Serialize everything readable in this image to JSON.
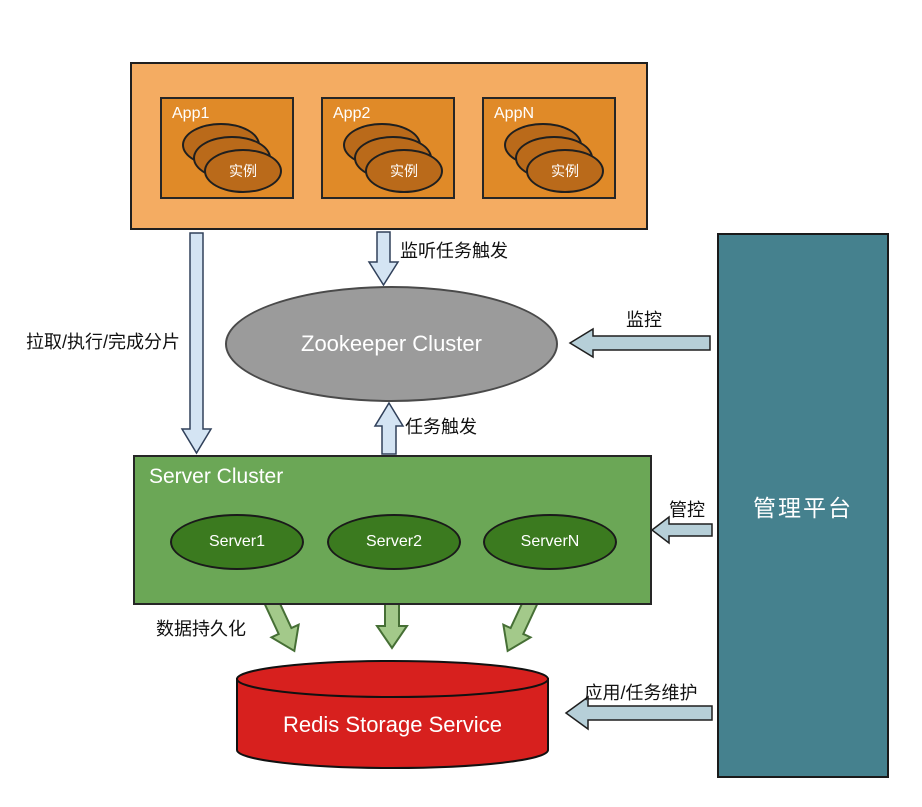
{
  "app_cluster": {
    "apps": [
      {
        "name": "App1",
        "instance_label": "实例"
      },
      {
        "name": "App2",
        "instance_label": "实例"
      },
      {
        "name": "AppN",
        "instance_label": "实例"
      }
    ]
  },
  "zookeeper": {
    "label": "Zookeeper Cluster"
  },
  "server_cluster": {
    "title": "Server Cluster",
    "servers": [
      {
        "name": "Server1"
      },
      {
        "name": "Server2"
      },
      {
        "name": "ServerN"
      }
    ]
  },
  "redis": {
    "label": "Redis Storage Service"
  },
  "management": {
    "label": "管理平台"
  },
  "edges": {
    "listen_label": "监听任务触发",
    "pull_label": "拉取/执行/完成分片",
    "monitor_label": "监控",
    "trigger_label": "任务触发",
    "control_label": "管控",
    "persist_label": "数据持久化",
    "maintain_label": "应用/任务维护"
  },
  "colors": {
    "app_cluster_bg": "#F4AC62",
    "app_box_bg": "#E08A28",
    "instance_ellipse_bg": "#BA6A1A",
    "zookeeper_bg": "#9B9B9B",
    "server_cluster_bg": "#6BA756",
    "server_ellipse_bg": "#3B7A1F",
    "redis_bg": "#D7201E",
    "management_bg": "#45818E",
    "blue_arrow": "#D4E4F3",
    "teal_arrow": "#B6CFD8",
    "green_arrow": "#A3C98A"
  }
}
